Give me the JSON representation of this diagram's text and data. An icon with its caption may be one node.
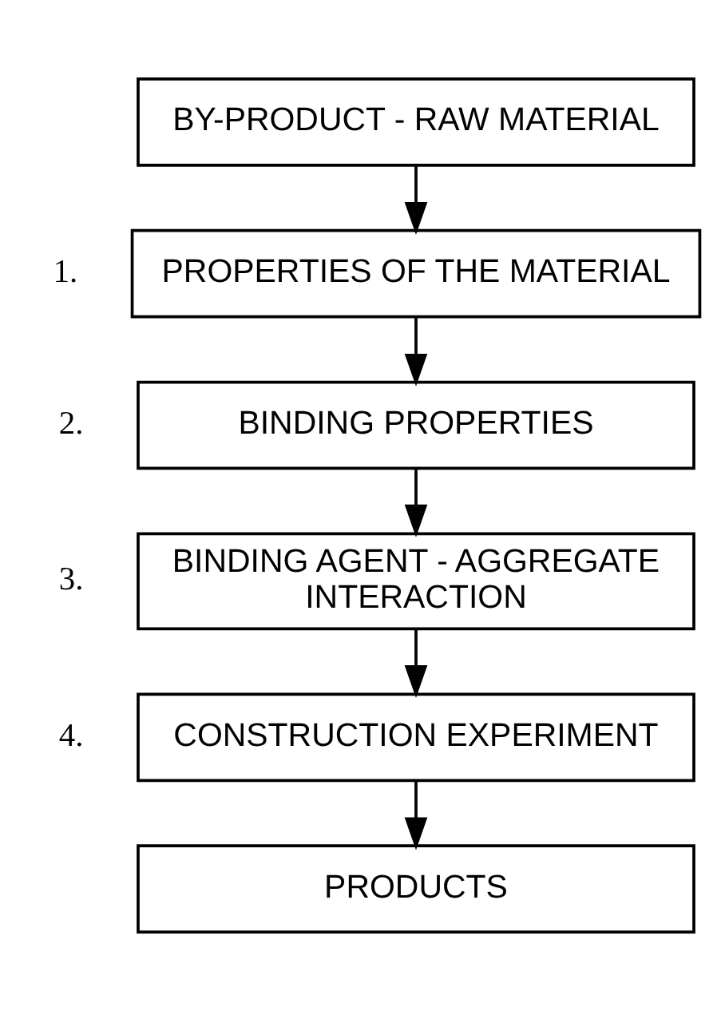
{
  "diagram": {
    "nodes": [
      {
        "text": [
          "BY-PRODUCT - RAW MATERIAL"
        ]
      },
      {
        "text": [
          "PROPERTIES OF THE MATERIAL"
        ],
        "beside": [
          "1."
        ]
      },
      {
        "text": [
          "BINDING PROPERTIES"
        ],
        "beside": [
          "2."
        ]
      },
      {
        "text": [
          "BINDING AGENT - AGGREGATE INTERACTION"
        ],
        "beside": [
          "3."
        ]
      },
      {
        "text": [
          "CONSTRUCTION EXPERIMENT"
        ],
        "beside": [
          "4."
        ]
      },
      {
        "text": [
          "PRODUCTS"
        ]
      }
    ],
    "edges": [
      {
        "from": 0,
        "to": 1,
        "arrow": "to"
      },
      {
        "from": 1,
        "to": 2,
        "arrow": "to"
      },
      {
        "from": 2,
        "to": 3,
        "arrow": "to"
      },
      {
        "from": 3,
        "to": 4,
        "arrow": "to"
      },
      {
        "from": 4,
        "to": 5,
        "arrow": "to"
      }
    ]
  }
}
